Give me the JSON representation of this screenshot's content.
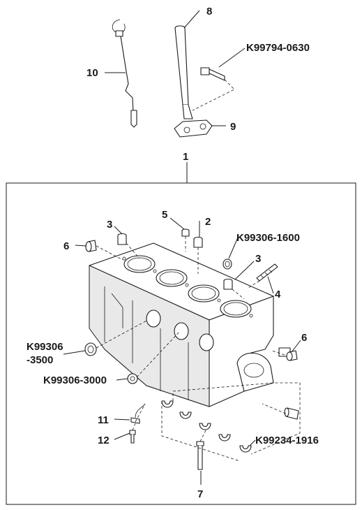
{
  "callouts": {
    "c8": "8",
    "k99794_0630": "K99794-0630",
    "c10": "10",
    "c9": "9",
    "c1": "1",
    "c5": "5",
    "c2": "2",
    "c3_left": "3",
    "k99306_1600": "K99306-1600",
    "c6_left": "6",
    "c3_right": "3",
    "c4": "4",
    "k99306_3500_line1": "K99306",
    "k99306_3500_line2": "-3500",
    "c6_right": "6",
    "k99306_3000": "K99306-3000",
    "c11": "11",
    "c12": "12",
    "k99234_1916": "K99234-1916",
    "c7": "7"
  }
}
